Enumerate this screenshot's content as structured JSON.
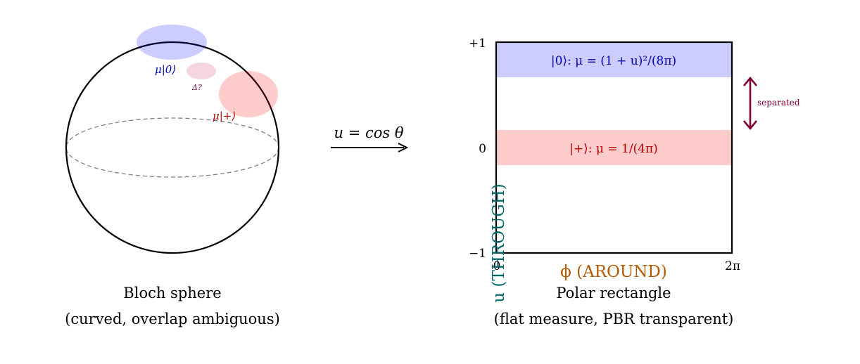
{
  "left_panel": {
    "label_mu0": "μ|0⟩",
    "label_delta": "Δ?",
    "label_muplus": "μ|+⟩",
    "caption_line1": "Bloch sphere",
    "caption_line2": "(curved, overlap ambiguous)"
  },
  "arrow": {
    "label": "u = cos θ"
  },
  "right_panel": {
    "y_tick_top": "+1",
    "y_tick_mid": "0",
    "y_tick_bottom": "−1",
    "x_tick_left": "0",
    "x_tick_right": "2π",
    "band_top_label": "|0⟩:  μ = (1 + u)²/(8π)",
    "band_mid_label": "|+⟩:  μ = 1/(4π)",
    "separation_label": "separated",
    "x_axis_label": "ϕ (AROUND)",
    "y_axis_label": "u (THROUGH)",
    "caption_line1": "Polar rectangle",
    "caption_line2": "(flat measure, PBR transparent)"
  },
  "colors": {
    "blue_band": "#ccccff",
    "red_band": "#ffcccc",
    "blue_text": "#0000b3",
    "red_text": "#b30000",
    "maroon": "#800033",
    "orange": "#b35900",
    "teal": "#006666"
  }
}
